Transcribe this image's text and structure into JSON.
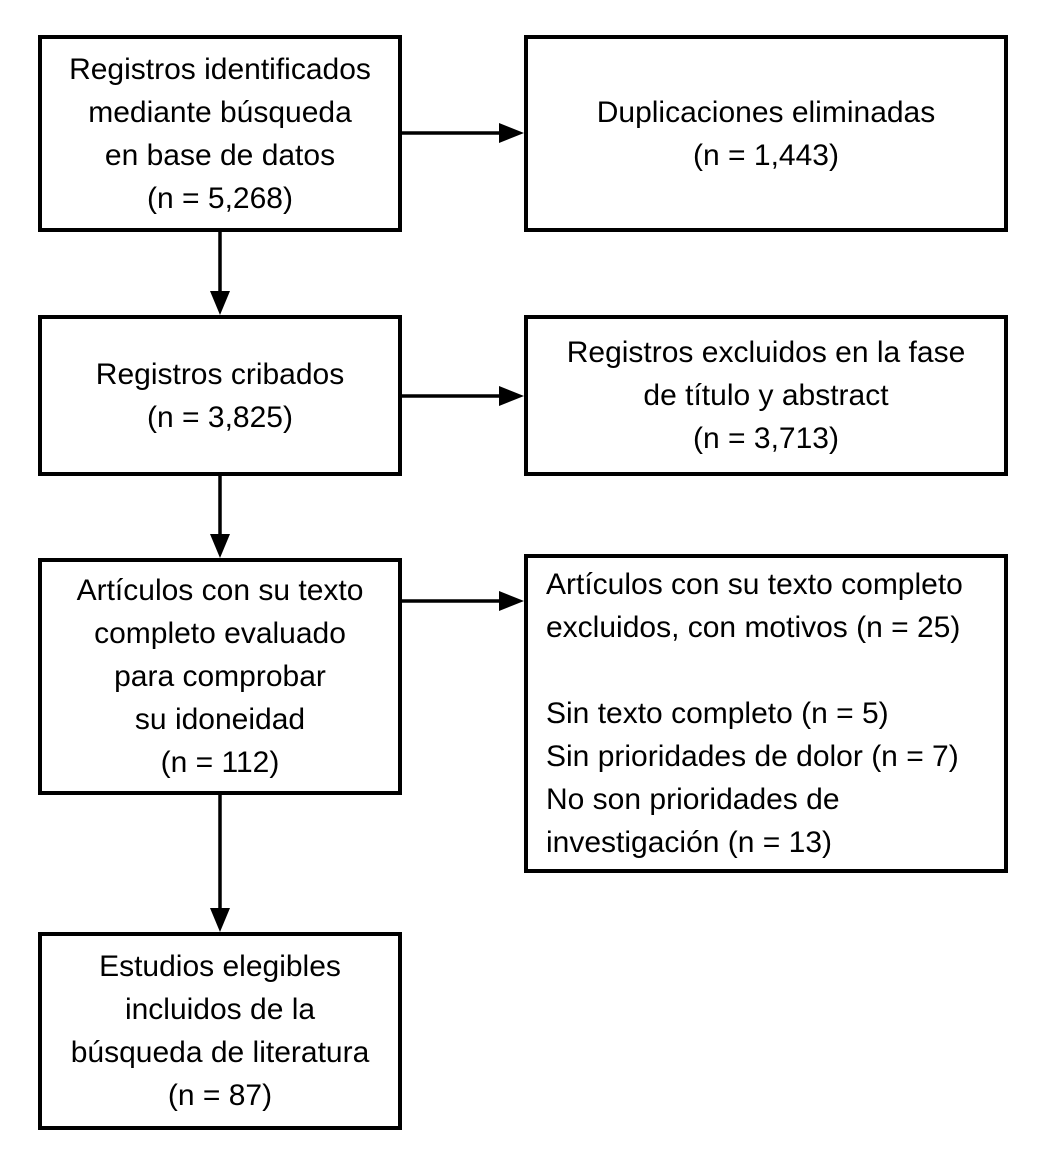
{
  "page": {
    "background_color": "#ffffff",
    "line_color": "#000000",
    "text_color": "#000000"
  },
  "flowchart": {
    "boxes": {
      "records_identified": {
        "text": "Registros identificados\nmediante búsqueda\nen base de datos\n(n = 5,268)",
        "n": "5,268"
      },
      "duplicates_removed": {
        "text": "Duplicaciones eliminadas\n(n = 1,443)",
        "n": "1,443"
      },
      "records_screened": {
        "text": "Registros cribados\n(n = 3,825)",
        "n": "3,825"
      },
      "title_abstract_excluded": {
        "text": "Registros excluidos en la fase\nde título y abstract\n(n = 3,713)",
        "n": "3,713"
      },
      "fulltext_assessed": {
        "text": "Artículos con su texto\ncompleto evaluado\npara comprobar\nsu idoneidad\n(n = 112)",
        "n": "112"
      },
      "fulltext_excluded": {
        "text": "Artículos con su texto completo\nexcluidos, con motivos (n = 25)\n\nSin texto completo (n = 5)\nSin prioridades de dolor (n = 7)\nNo son prioridades de\ninvestigación (n = 13)",
        "n": "25",
        "reasons": [
          {
            "label": "Sin texto completo",
            "n": "5"
          },
          {
            "label": "Sin prioridades de dolor",
            "n": "7"
          },
          {
            "label": "No son prioridades de investigación",
            "n": "13"
          }
        ]
      },
      "studies_included": {
        "text": "Estudios elegibles\nincluidos de la\nbúsqueda de literatura\n(n = 87)",
        "n": "87"
      }
    }
  }
}
